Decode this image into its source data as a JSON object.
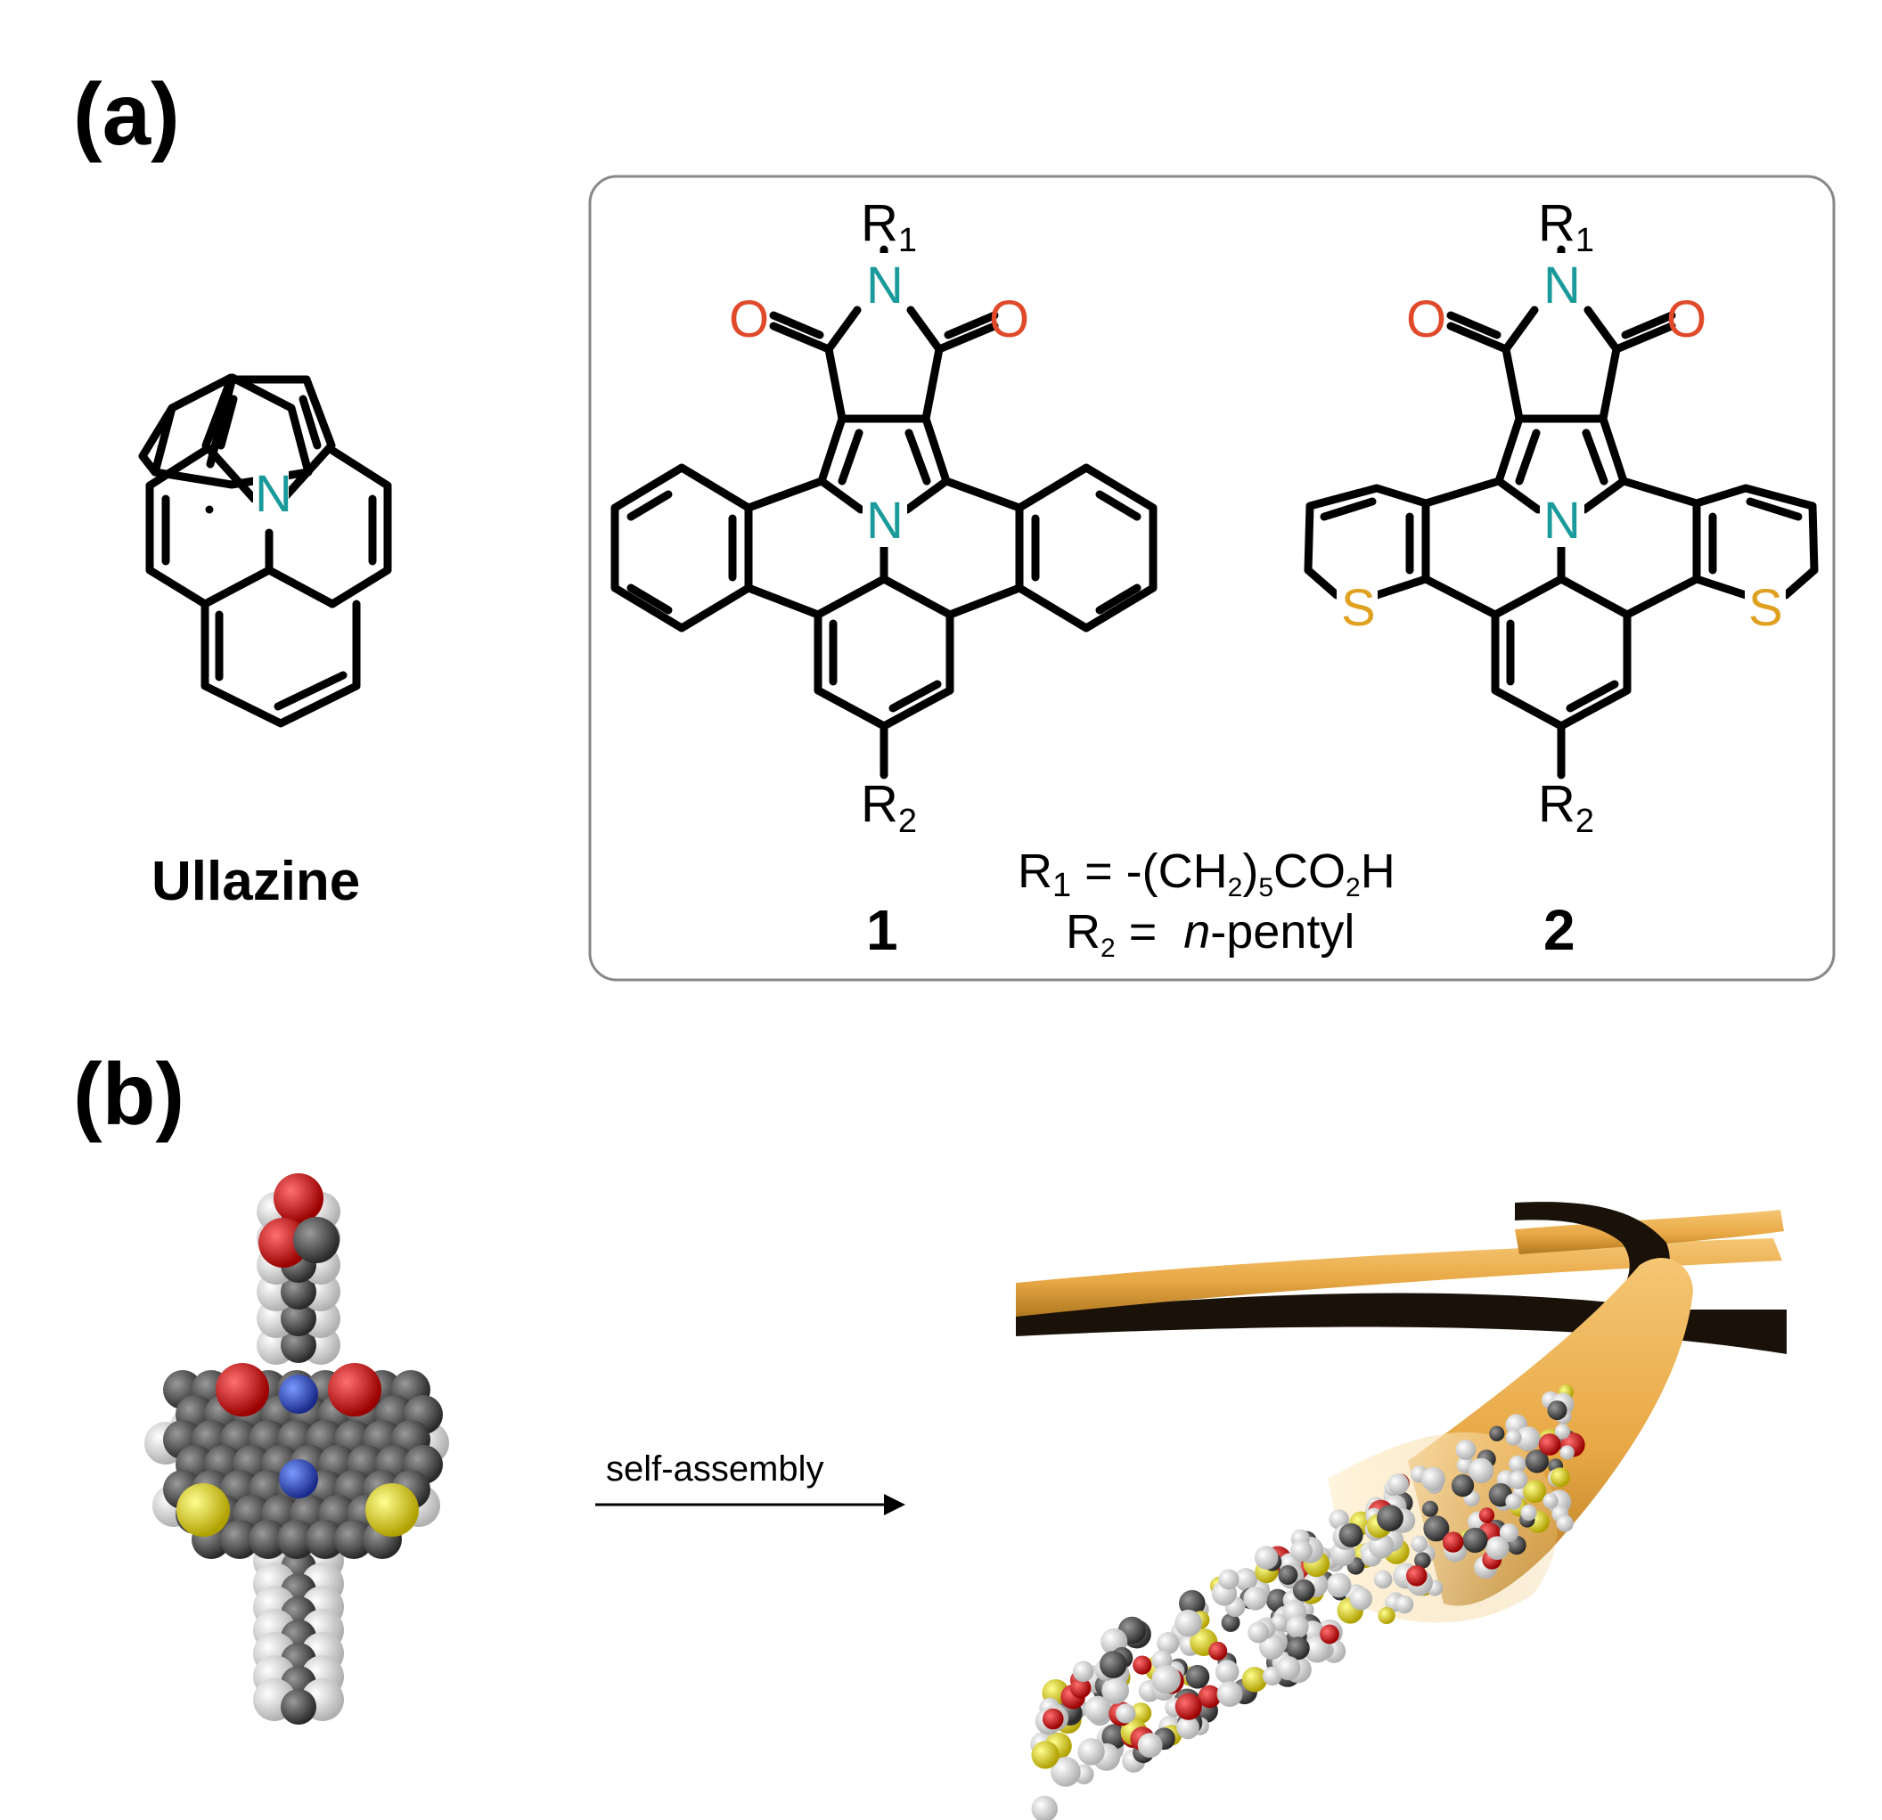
{
  "panels": {
    "a": {
      "label": "(a)"
    },
    "b": {
      "label": "(b)"
    }
  },
  "compounds": {
    "ullazine": {
      "name": "Ullazine"
    },
    "c1": {
      "number": "1"
    },
    "c2": {
      "number": "2"
    }
  },
  "atoms": {
    "N": "N",
    "O": "O",
    "S": "S",
    "R": "R",
    "one": "1",
    "two": "2"
  },
  "definitions": {
    "r1_lhs": "R",
    "r1_sub": "1",
    "r1_mid": " = -(CH",
    "r1_sub2": "2",
    "r1_paren": ")",
    "r1_sub5": "5",
    "r1_co": "CO",
    "r1_sub2b": "2",
    "r1_h": "H",
    "r2_lhs": "R",
    "r2_sub": "2",
    "r2_eq": " =  ",
    "r2_n": "n",
    "r2_rest": "-pentyl"
  },
  "arrow": {
    "label": "self-assembly"
  },
  "colors": {
    "nitrogen": "#1a9a9a",
    "oxygen": "#e04a2a",
    "sulfur": "#e0a020",
    "bond": "#000000",
    "ribbon": "#e8a845",
    "ribbon_dark": "#1a1208",
    "cpk_carbon": "#555555",
    "cpk_hydrogen": "#f2f2f2",
    "cpk_oxygen": "#d81818",
    "cpk_nitrogen": "#2a4ab8",
    "cpk_sulfur": "#f0e020"
  }
}
